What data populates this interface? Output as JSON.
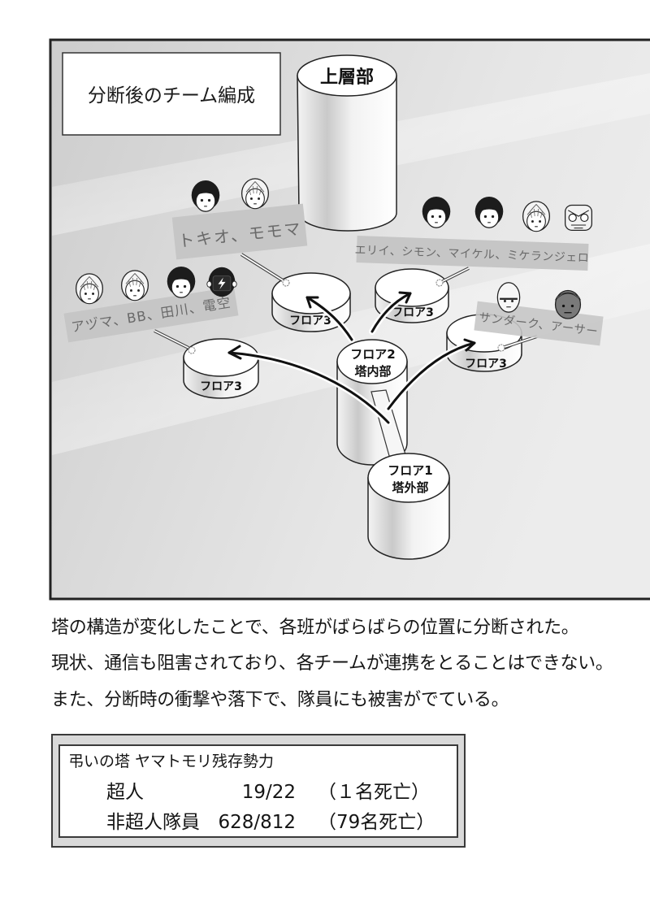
{
  "panel": {
    "title": "分断後のチーム編成",
    "tower_top": {
      "label": "上層部"
    },
    "floor2": {
      "line1": "フロア2",
      "line2": "塔内部"
    },
    "floor1": {
      "line1": "フロア1",
      "line2": "塔外部"
    },
    "floor3": [
      {
        "label": "フロア3",
        "team": "アヅマ、BB、田川、電空"
      },
      {
        "label": "フロア3",
        "team": "トキオ、モモマ"
      },
      {
        "label": "フロア3",
        "team": "エリイ、シモン、マイケル、ミケランジェロ"
      },
      {
        "label": "フロア3",
        "team": "サンダーク、アーサー"
      }
    ]
  },
  "narration": {
    "lines": [
      "塔の構造が変化したことで、各班がばらばらの位置に分断された。",
      "現状、通信も阻害されており、各チームが連携をとることはできない。",
      "また、分断時の衝撃や落下で、隊員にも被害がでている。"
    ]
  },
  "status_box": {
    "title": "弔いの塔 ヤマトモリ残存勢力",
    "rows": [
      {
        "label": "超人",
        "count": "19/22",
        "note": "（１名死亡）"
      },
      {
        "label": "非超人隊員",
        "count": "628/812",
        "note": "（79名死亡）"
      }
    ]
  },
  "colors": {
    "panel_bg": "#dedede",
    "panel_border": "#222222",
    "banner_bg": "#c6c6c6",
    "banner_text": "#6a6a6a",
    "ink": "#141414"
  }
}
